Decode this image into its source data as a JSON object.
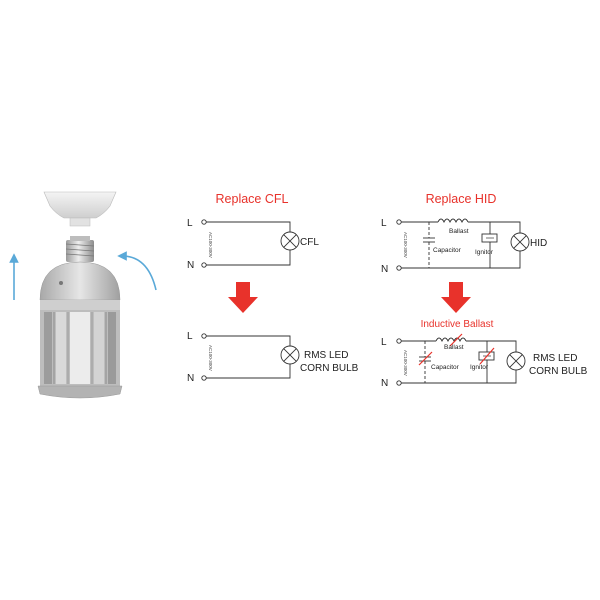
{
  "panels": {
    "cfl": {
      "title": "Replace CFL",
      "line_label": "L",
      "neutral_label": "N",
      "voltage_text": "AC100-300V",
      "load_before": "CFL",
      "load_after_line1": "RMS LED",
      "load_after_line2": "CORN BULB"
    },
    "hid": {
      "title": "Replace HID",
      "line_label": "L",
      "neutral_label": "N",
      "voltage_text": "AC100-300V",
      "ballast": "Ballast",
      "capacitor": "Capacitor",
      "ignitor": "Ignitor",
      "load_before": "HID",
      "after_title": "Inductive Ballast",
      "load_after_line1": "RMS LED",
      "load_after_line2": "CORN BULB"
    }
  },
  "colors": {
    "accent": "#e8322b",
    "wire": "#333333",
    "bulb_body": "#c9c9c9",
    "blue_arrow": "#5aa9d8"
  },
  "icons": [
    "corn-bulb-illustration",
    "down-arrow-icon",
    "lamp-symbol-icon",
    "inductor-symbol",
    "capacitor-symbol",
    "ignitor-symbol"
  ]
}
